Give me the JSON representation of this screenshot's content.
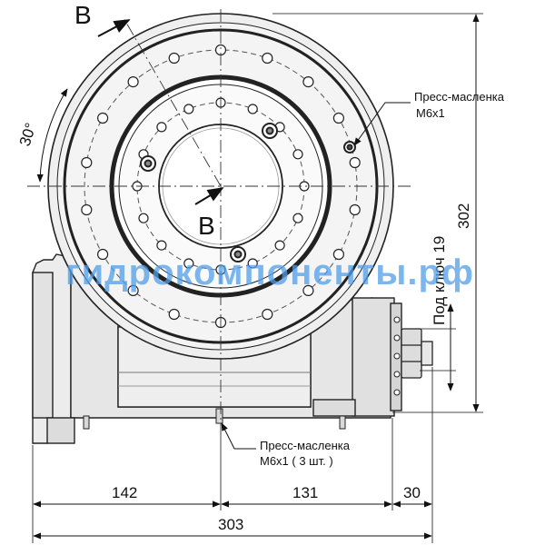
{
  "section_marks": {
    "top_label": "B",
    "center_label": "B"
  },
  "angle_label": "30°",
  "callouts": {
    "grease_fitting_right": {
      "line1": "Пресс-масленка",
      "line2": "М6х1"
    },
    "grease_fitting_bottom": {
      "line1": "Пресс-масленка",
      "line2": "М6х1 ( 3 шт. )"
    },
    "wrench_size": "Под ключ 19"
  },
  "dimensions": {
    "height_total": "302",
    "left_to_center": "142",
    "center_to_motor": "131",
    "shaft_stub": "30",
    "overall_width": "303"
  },
  "watermark": "гидрокомпоненты.рф"
}
